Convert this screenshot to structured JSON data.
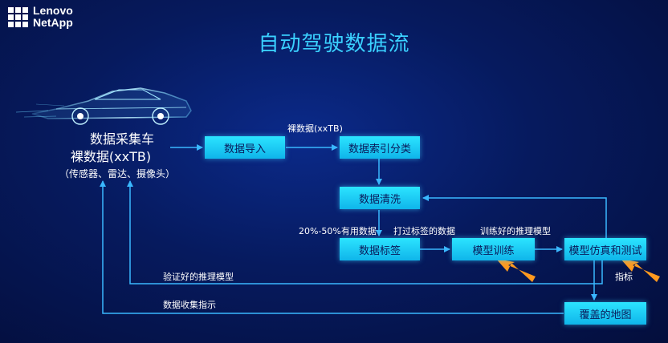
{
  "brand": {
    "line1": "Lenovo",
    "line2": "NetApp"
  },
  "title": "自动驾驶数据流",
  "vehicle": {
    "name": "数据采集车",
    "data": "裸数据(xxTB)",
    "sensors": "（传感器、雷达、摄像头）"
  },
  "nodes": {
    "import": "数据导入",
    "index": "数据索引分类",
    "clean": "数据清洗",
    "label": "数据标签",
    "train": "模型训练",
    "sim": "模型仿真和测试",
    "map": "覆盖的地图"
  },
  "edge_labels": {
    "raw": "裸数据(xxTB)",
    "useful": "20%-50%有用数据",
    "labeled": "打过标签的数据",
    "trained": "训练好的推理模型",
    "verified": "验证好的推理模型",
    "metric": "指标",
    "collect": "数据收集指示"
  },
  "colors": {
    "title": "#3ad0ff",
    "box": "#1ec8f5",
    "line": "#3ab8ff",
    "pointer": "#ff9a1f"
  }
}
